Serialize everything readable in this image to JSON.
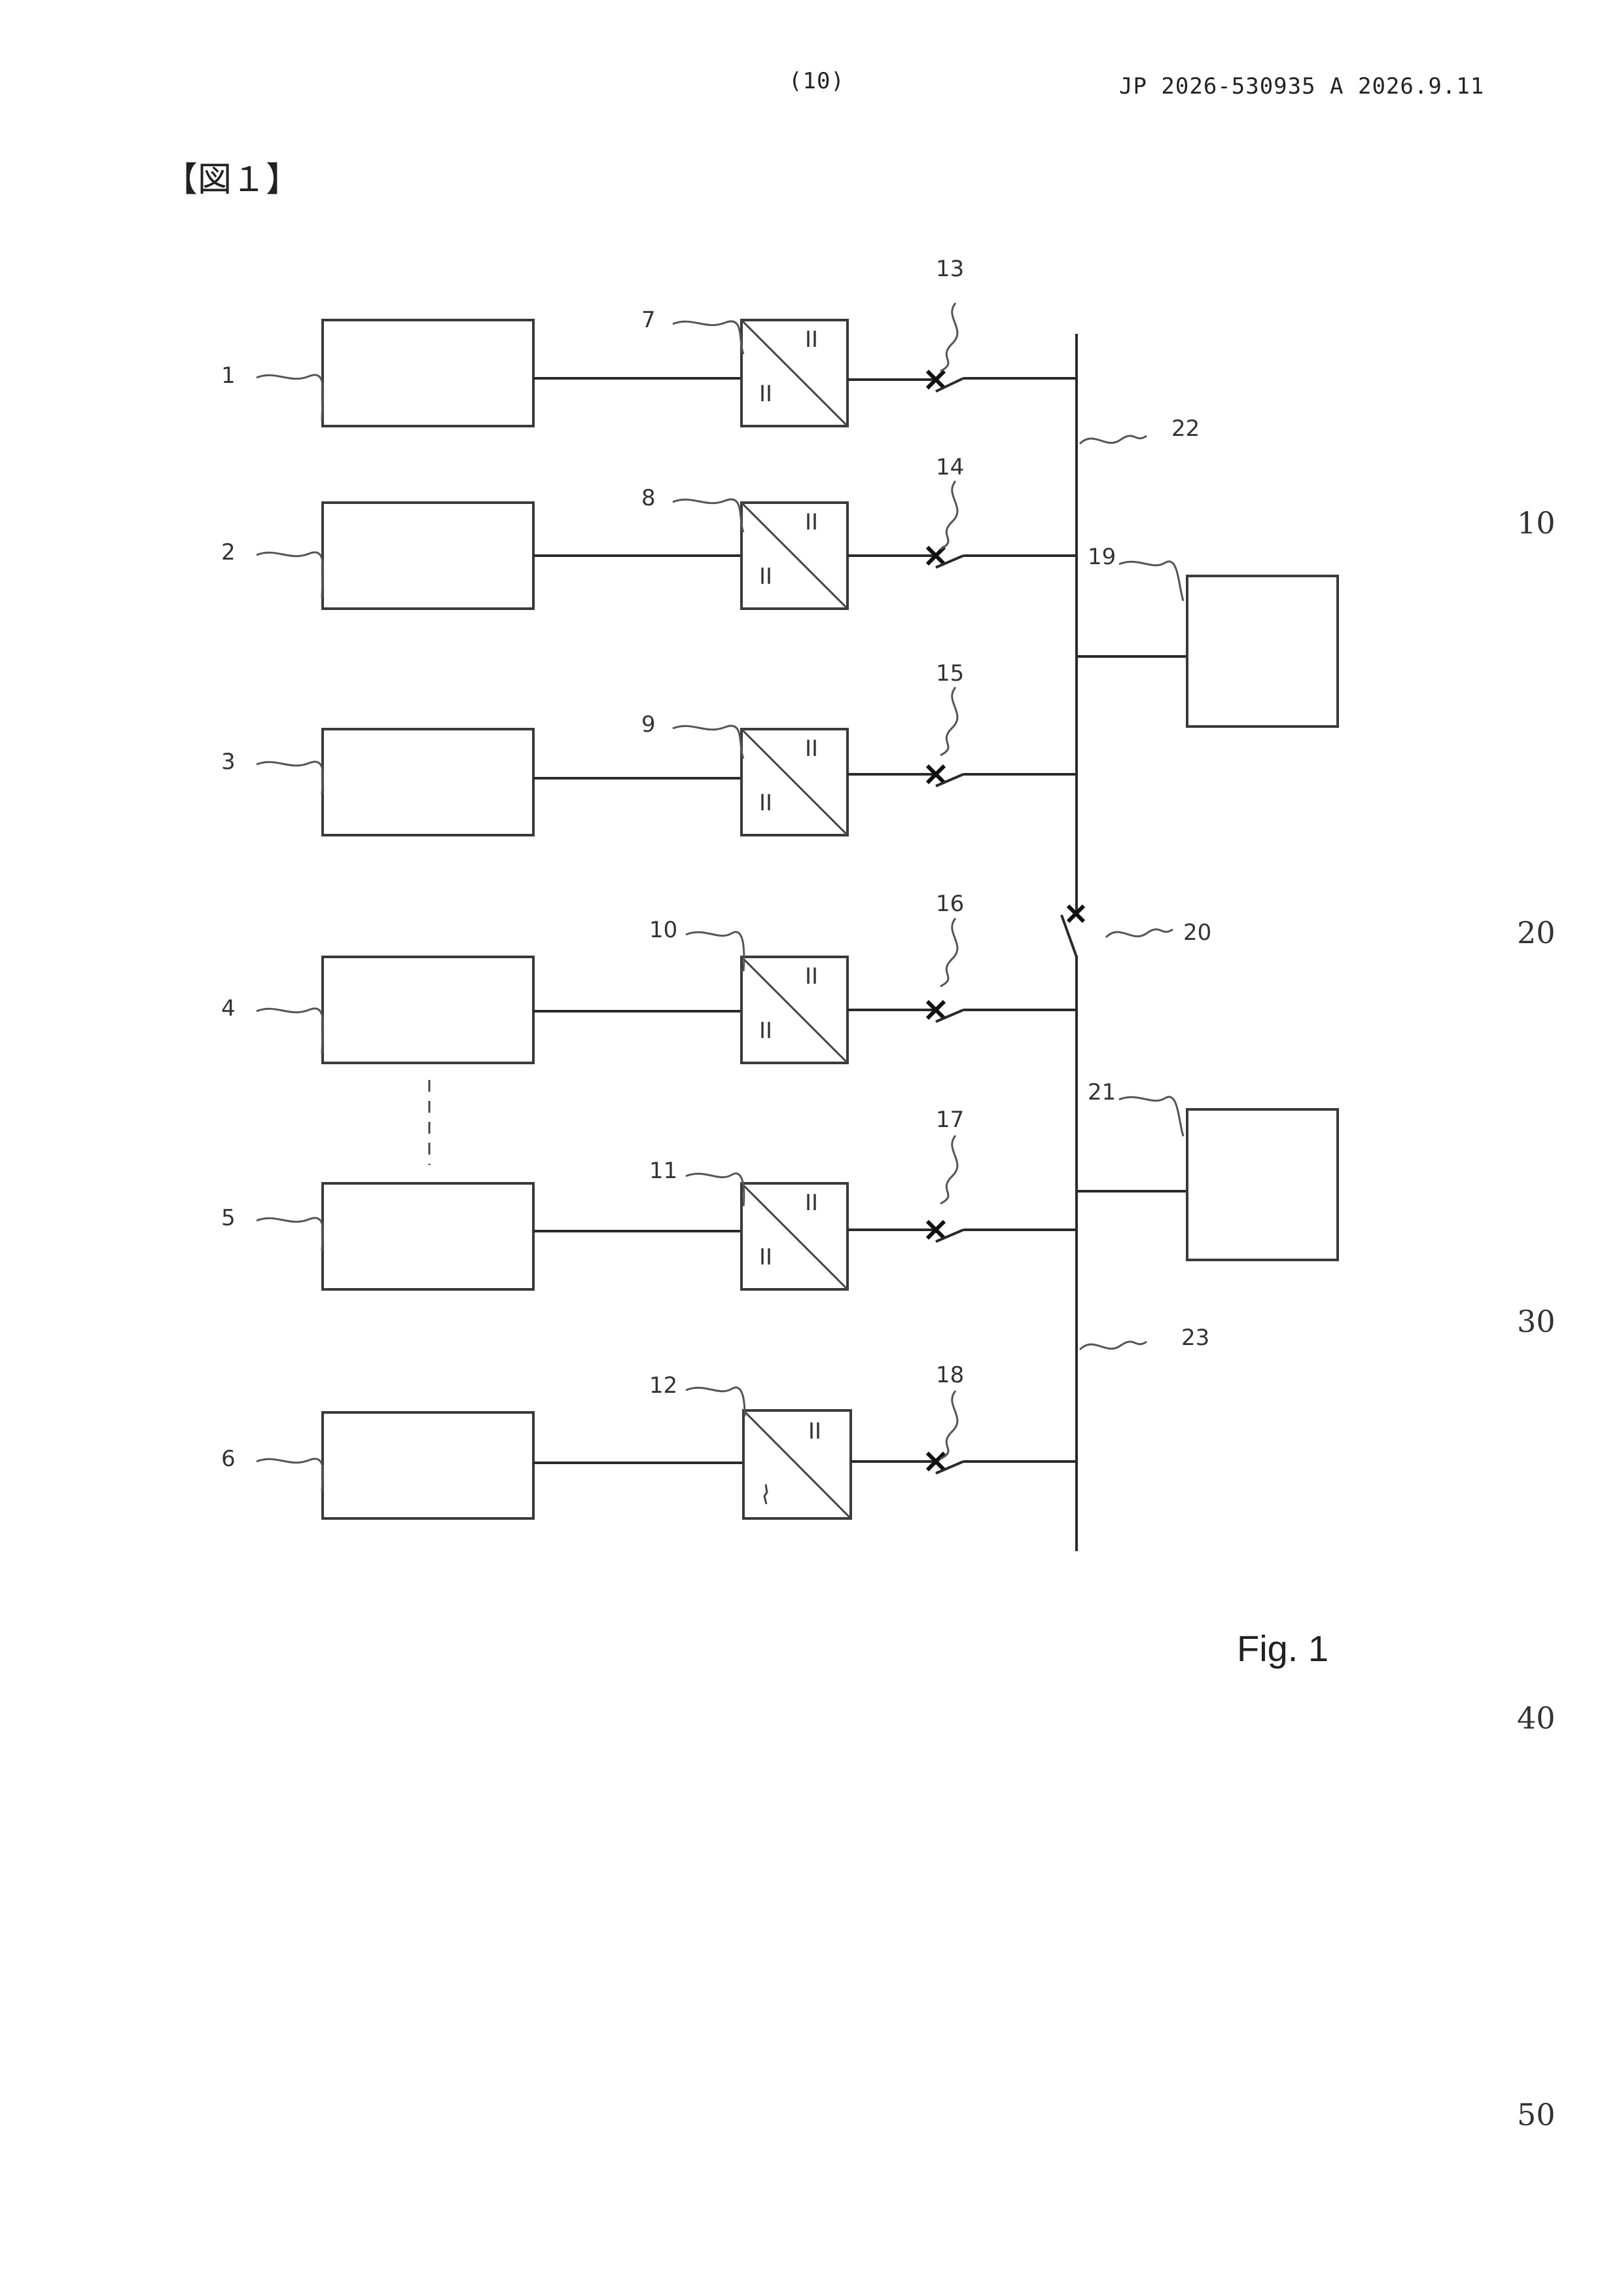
{
  "header": {
    "page_number": "(10)",
    "publication": "JP  2026-530935  A  2026.9.11"
  },
  "figure_heading": "【図１】",
  "line_numbers": [
    "10",
    "20",
    "30",
    "40",
    "50"
  ],
  "diagram": {
    "caption": "Fig. 1",
    "converter_symbol": "II",
    "refs": {
      "r1": "1",
      "r2": "2",
      "r3": "3",
      "r4": "4",
      "r5": "5",
      "r6": "6",
      "r7": "7",
      "r8": "8",
      "r9": "9",
      "r10": "10",
      "r11": "11",
      "r12": "12",
      "r13": "13",
      "r14": "14",
      "r15": "15",
      "r16": "16",
      "r17": "17",
      "r18": "18",
      "r19": "19",
      "r20": "20",
      "r21": "21",
      "r22": "22",
      "r23": "23"
    }
  }
}
